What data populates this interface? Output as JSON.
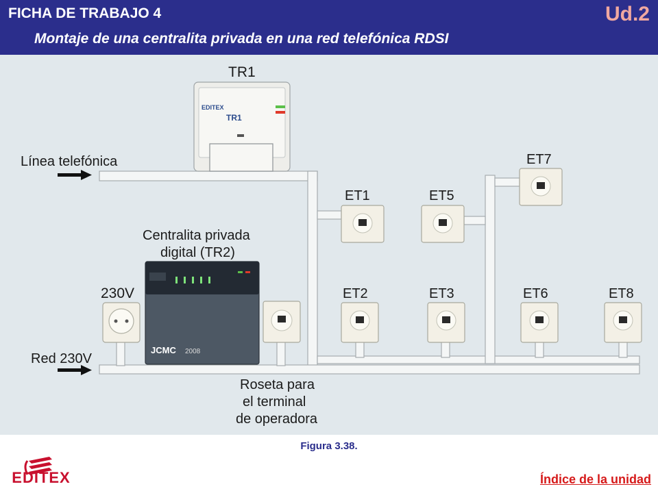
{
  "header": {
    "title": "FICHA DE TRABAJO 4",
    "subtitle": "Montaje de una centralita privada en una red telefónica RDSI",
    "unit": "Ud.2"
  },
  "diagram": {
    "tr1": {
      "label": "TR1",
      "brand": "EDITEX",
      "model": "TR1"
    },
    "linea": "Línea telefónica",
    "centralita": {
      "line1": "Centralita privada",
      "line2": "digital (TR2)",
      "brand": "JCMC",
      "year": "2008"
    },
    "v230": "230V",
    "red": "Red 230V",
    "roseta": {
      "line1": "Roseta para",
      "line2": "el terminal",
      "line3": "de operadora"
    },
    "terminals": {
      "et1": "ET1",
      "et2": "ET2",
      "et3": "ET3",
      "et5": "ET5",
      "et6": "ET6",
      "et7": "ET7",
      "et8": "ET8"
    }
  },
  "footer": {
    "caption": "Figura 3.38.",
    "logo": "EDITEX",
    "index": "Índice de la unidad"
  },
  "colors": {
    "header_bg": "#2b2e8c",
    "unit_text": "#f0a8a0",
    "diagram_bg": "#e1e8ec",
    "link": "#d61a1a"
  }
}
